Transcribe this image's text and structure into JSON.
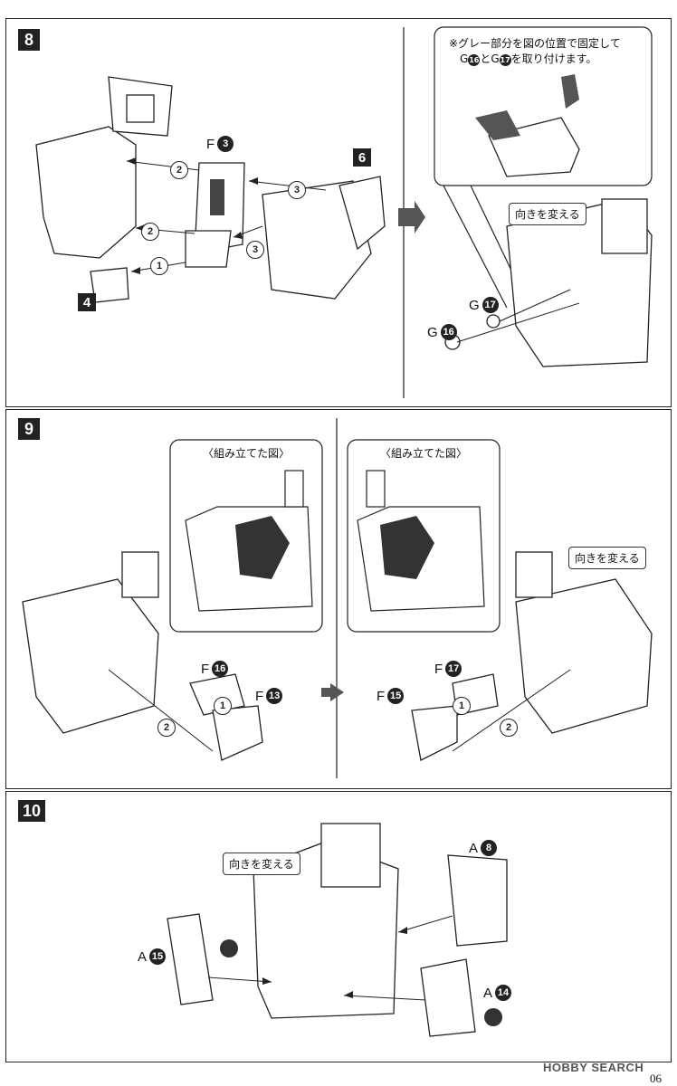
{
  "steps": {
    "s8": {
      "number": "8",
      "part_f3": {
        "letter": "F",
        "num": "3"
      },
      "sub6": "6",
      "sub4": "4",
      "orders": [
        "2",
        "3",
        "2",
        "3",
        "1"
      ],
      "note": {
        "line1": "※グレー部分を図の位置で固定して",
        "line2_a": "G",
        "line2_b": "16",
        "line2_c": "とG",
        "line2_d": "17",
        "line2_e": "を取り付けます。"
      },
      "callout": "向きを変える",
      "g17": {
        "letter": "G",
        "num": "17"
      },
      "g16": {
        "letter": "G",
        "num": "16"
      }
    },
    "s9": {
      "number": "9",
      "inset_title_left": "〈組み立てた図〉",
      "inset_title_right": "〈組み立てた図〉",
      "f16": {
        "letter": "F",
        "num": "16"
      },
      "f13": {
        "letter": "F",
        "num": "13"
      },
      "f17": {
        "letter": "F",
        "num": "17"
      },
      "f15": {
        "letter": "F",
        "num": "15"
      },
      "order1_left": "1",
      "order2_left": "2",
      "order1_right": "1",
      "order2_right": "2",
      "callout": "向きを変える"
    },
    "s10": {
      "number": "10",
      "callout": "向きを変える",
      "a8": {
        "letter": "A",
        "num": "8"
      },
      "a15": {
        "letter": "A",
        "num": "15"
      },
      "a14": {
        "letter": "A",
        "num": "14"
      }
    }
  },
  "footer": {
    "logo": "HOBBY SEARCH",
    "page": "06"
  }
}
